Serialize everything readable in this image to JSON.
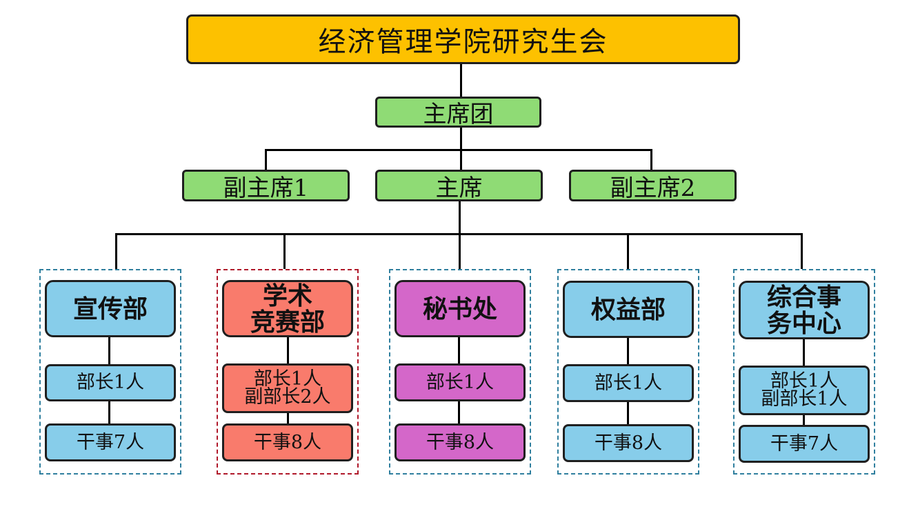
{
  "root": "经济管理学院研究生会",
  "presidium": "主席团",
  "chairs": {
    "vice1": "副主席1",
    "chair": "主席",
    "vice2": "副主席2"
  },
  "departments": [
    {
      "name": "宣传部",
      "head": "部长1人",
      "staff": "干事7人",
      "color": "#87cdea"
    },
    {
      "name": "学术\n竞赛部",
      "head": "部长1人\n副部长2人",
      "staff": "干事8人",
      "color": "#f97b6c"
    },
    {
      "name": "秘书处",
      "head": "部长1人",
      "staff": "干事8人",
      "color": "#d467c9"
    },
    {
      "name": "权益部",
      "head": "部长1人",
      "staff": "干事8人",
      "color": "#87cdea"
    },
    {
      "name": "综合事\n务中心",
      "head": "部长1人\n副部长1人",
      "staff": "干事7人",
      "color": "#87cdea"
    }
  ]
}
